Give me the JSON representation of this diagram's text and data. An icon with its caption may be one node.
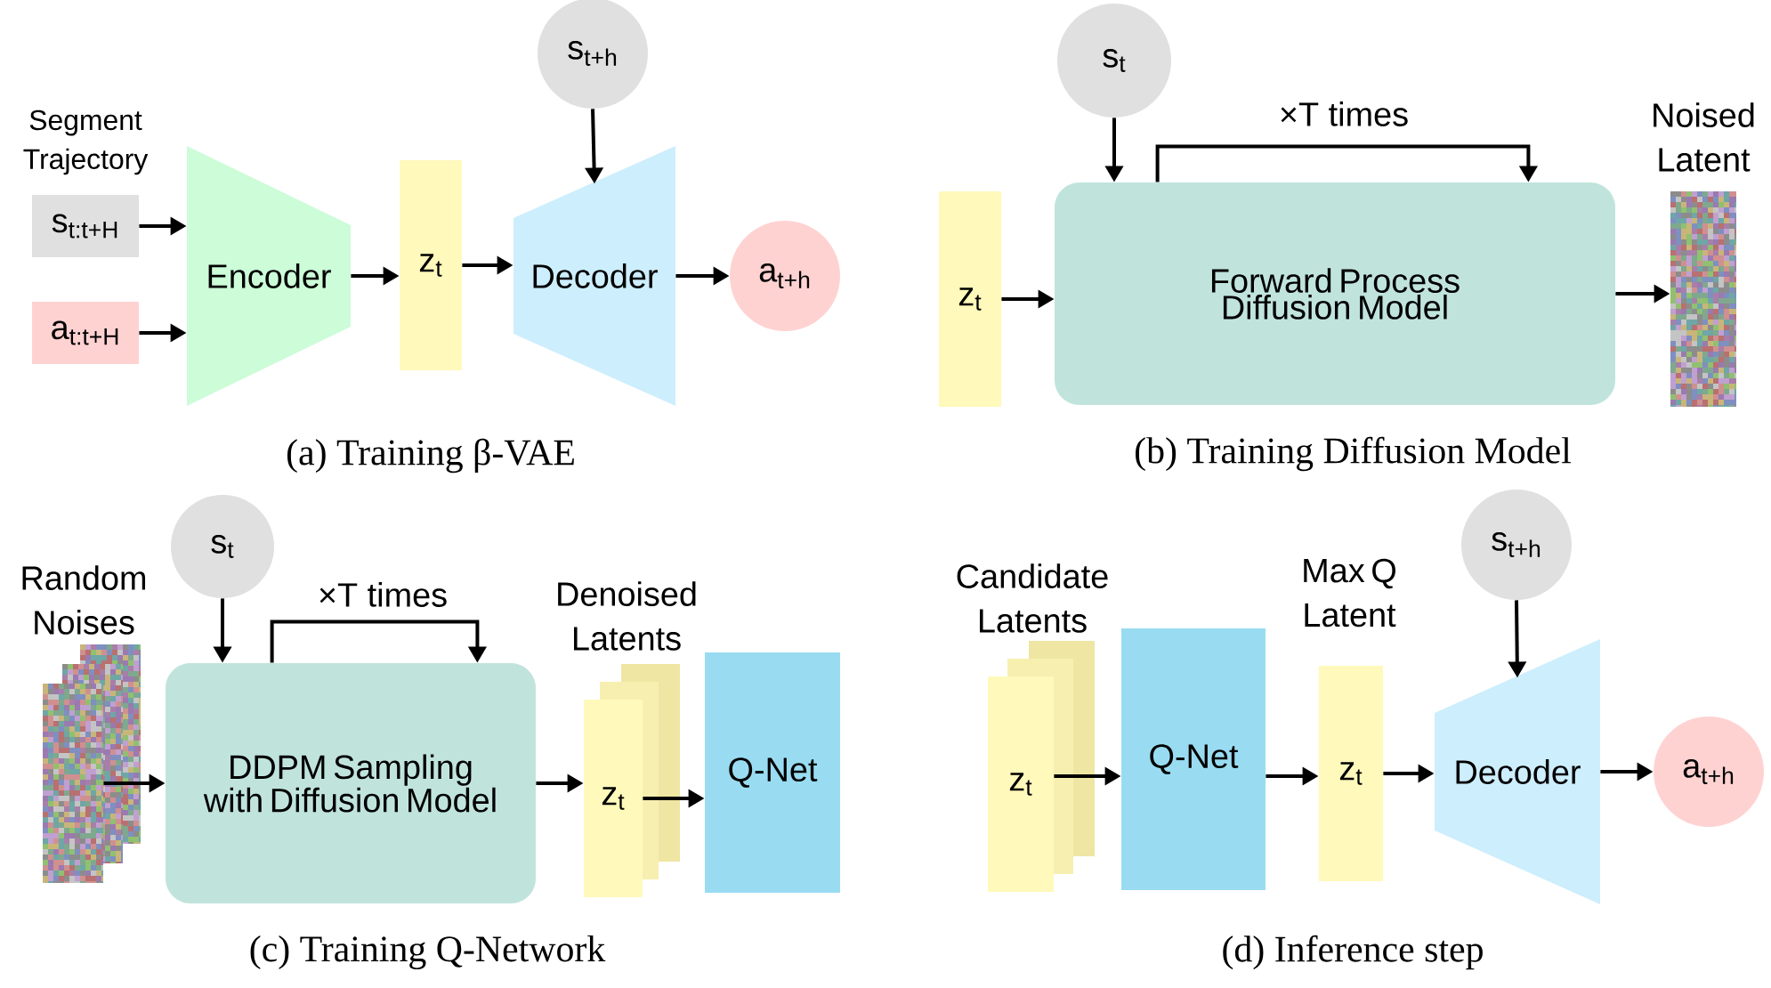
{
  "diagram": {
    "nodes": [
      {
        "text": [
          "s$_{t:t+H}$"
        ]
      },
      {
        "text": [
          "a$_{t:t+H}$"
        ]
      },
      {
        "text": [
          "Encoder"
        ]
      },
      {
        "text": [
          "z$_{t}$"
        ]
      },
      {
        "text": [
          "s$_{t+h}$"
        ]
      },
      {
        "text": [
          "Decoder"
        ]
      },
      {
        "text": [
          "a$_{t+h}$"
        ]
      },
      {
        "text": [
          "s$_{t}$"
        ]
      },
      {
        "text": [
          "z$_{t}$"
        ]
      },
      {
        "text": [
          "Forward Process Diffusion Model"
        ]
      },
      {
        "text": [],
        "shape": "picture"
      },
      {
        "text": [],
        "shape": "picture"
      },
      {
        "text": [
          "s$_{t}$"
        ]
      },
      {
        "text": [
          "DDPM Sampling with Diffusion Model"
        ]
      },
      {
        "text": [
          "z$_{t}$"
        ]
      },
      {
        "text": [
          "Q-Net"
        ]
      },
      {
        "text": [
          "z$_{t}$"
        ]
      },
      {
        "text": [
          "Q-Net"
        ]
      },
      {
        "text": [
          "z$_{t}$"
        ]
      },
      {
        "text": [
          "s$_{t+h}$"
        ]
      },
      {
        "text": [
          "Decoder"
        ]
      },
      {
        "text": [
          "a$_{t+h}$"
        ]
      }
    ],
    "edges": [
      {
        "from": 0,
        "to": 2,
        "arrow": "to"
      },
      {
        "from": 1,
        "to": 2,
        "arrow": "to"
      },
      {
        "from": 2,
        "to": 3,
        "arrow": "to"
      },
      {
        "from": 3,
        "to": 5,
        "arrow": "to"
      },
      {
        "from": 4,
        "to": 5,
        "arrow": "to"
      },
      {
        "from": 5,
        "to": 6,
        "arrow": "to"
      },
      {
        "from": 7,
        "to": 9,
        "arrow": "to"
      },
      {
        "from": 8,
        "to": 9,
        "arrow": "to"
      },
      {
        "from": 9,
        "to": 9,
        "arrow": "to",
        "label": "×T times"
      },
      {
        "from": 9,
        "to": 10,
        "arrow": "to"
      },
      {
        "from": 11,
        "to": 13,
        "arrow": "to"
      },
      {
        "from": 12,
        "to": 13,
        "arrow": "to"
      },
      {
        "from": 13,
        "to": 13,
        "arrow": "to",
        "label": "×T times"
      },
      {
        "from": 13,
        "to": 14,
        "arrow": "to"
      },
      {
        "from": 14,
        "to": 15,
        "arrow": "to"
      },
      {
        "from": 16,
        "to": 17,
        "arrow": "to"
      },
      {
        "from": 17,
        "to": 18,
        "arrow": "to"
      },
      {
        "from": 18,
        "to": 20,
        "arrow": "to"
      },
      {
        "from": 19,
        "to": 20,
        "arrow": "to"
      },
      {
        "from": 20,
        "to": 21,
        "arrow": "to"
      }
    ],
    "labels": [
      "Segment Trajectory",
      "Noised Latent",
      "(a) Training β-VAE",
      "(b) Training Diffusion Model",
      "Random Noises",
      "Denoised Latents",
      "Candidate Latents",
      "Max Q Latent",
      "(c) Training Q-Network",
      "(d) Inference step"
    ]
  }
}
